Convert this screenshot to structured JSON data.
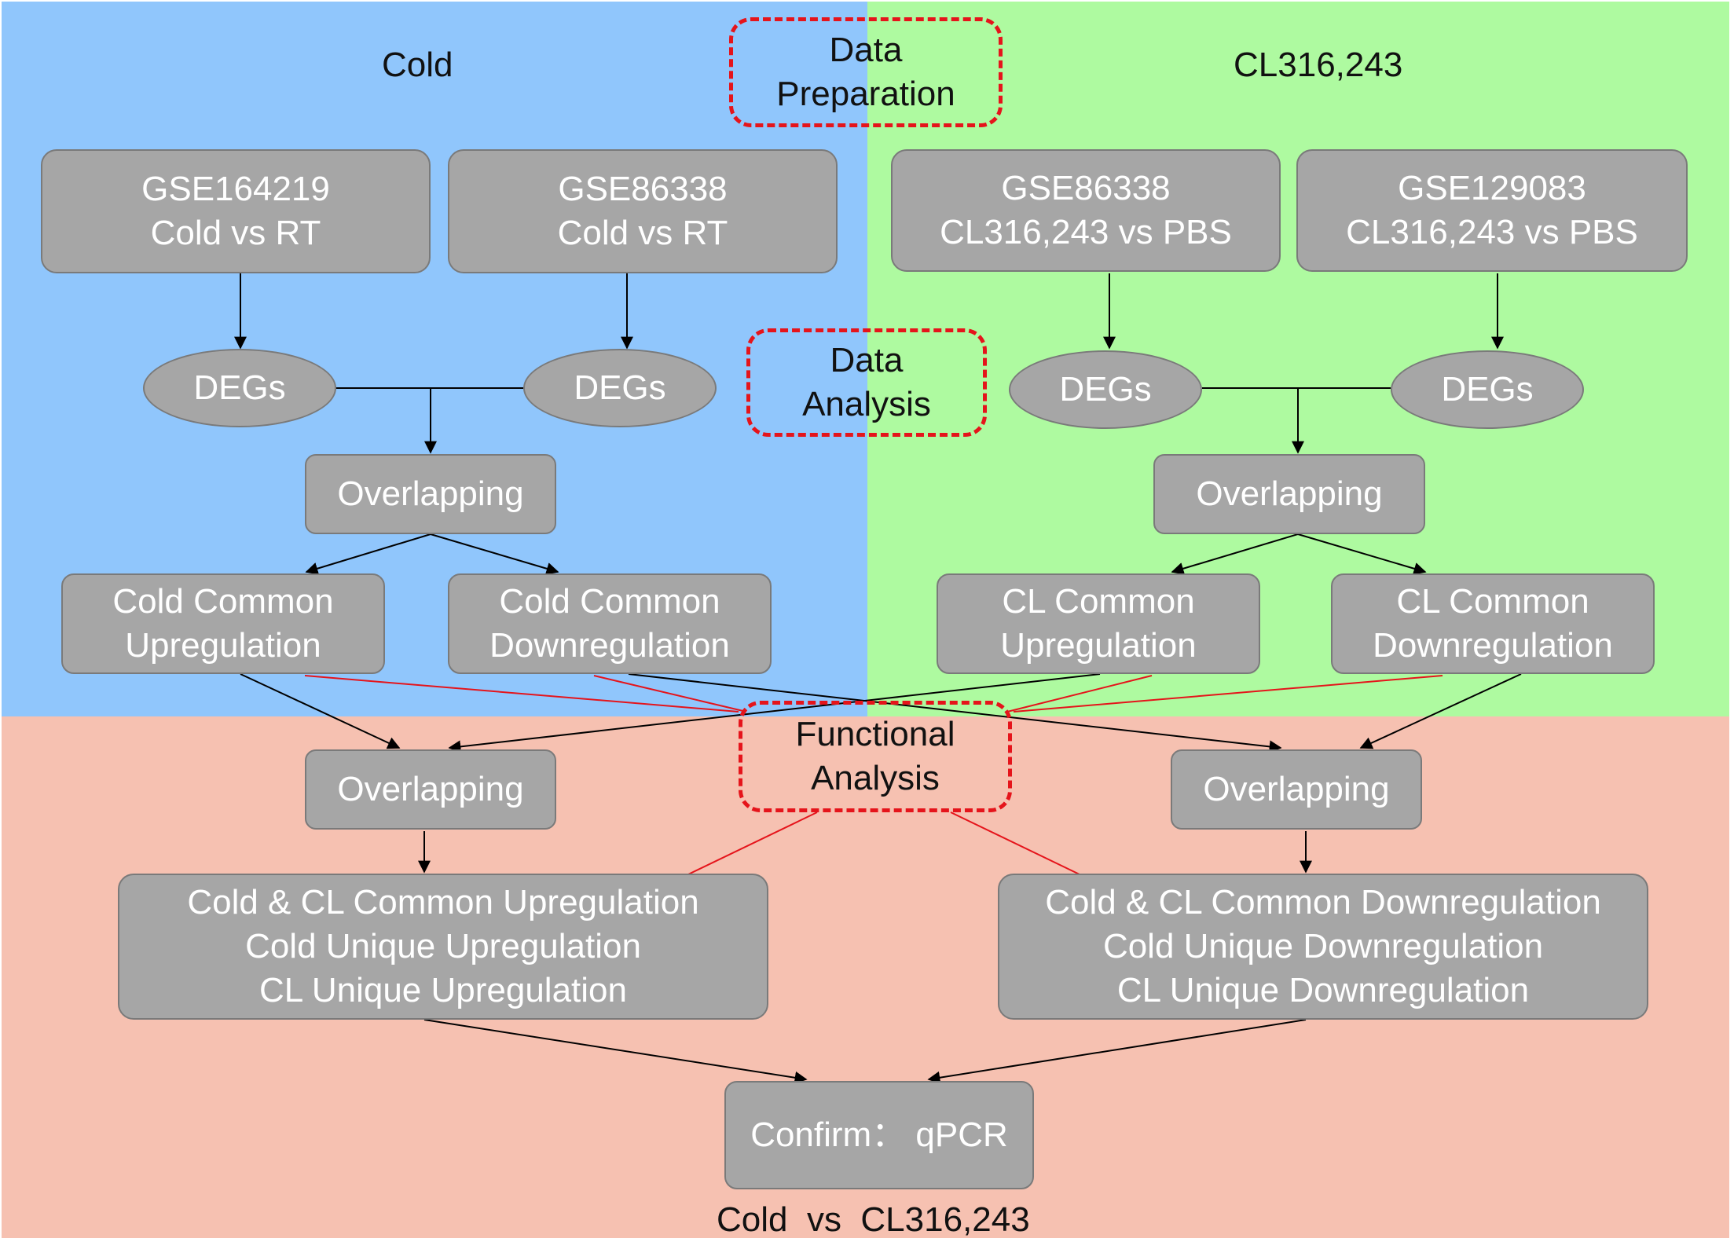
{
  "colors": {
    "cold_panel": "#90c6fc",
    "cl_panel": "#aefaa0",
    "functional_panel": "#f6c1b1",
    "box_fill": "#a6a6a6",
    "stage_border": "#e5141b",
    "connector": "#000000",
    "functional_connector": "#e5141b"
  },
  "headers": {
    "cold": "Cold",
    "cl": "CL316,243",
    "bottom": "Cold  vs  CL316,243"
  },
  "stages": {
    "preparation": [
      "Data",
      "Preparation"
    ],
    "analysis": [
      "Data",
      "Analysis"
    ],
    "functional": [
      "Functional",
      "Analysis"
    ]
  },
  "datasets": {
    "cold_gse164219": [
      "GSE164219",
      "Cold vs RT"
    ],
    "cold_gse86338": [
      "GSE86338",
      "Cold vs RT"
    ],
    "cl_gse86338": [
      "GSE86338",
      "CL316,243 vs PBS"
    ],
    "cl_gse129083": [
      "GSE129083",
      "CL316,243 vs PBS"
    ]
  },
  "degs": [
    "DEGs",
    "DEGs",
    "DEGs",
    "DEGs"
  ],
  "overlapping": {
    "cold": "Overlapping",
    "cl": "Overlapping",
    "up": "Overlapping",
    "down": "Overlapping"
  },
  "common": {
    "cold_up": [
      "Cold Common",
      "Upregulation"
    ],
    "cold_down": [
      "Cold Common",
      "Downregulation"
    ],
    "cl_up": [
      "CL Common",
      "Upregulation"
    ],
    "cl_down": [
      "CL Common",
      "Downregulation"
    ]
  },
  "results": {
    "up": [
      "Cold & CL Common Upregulation",
      "Cold Unique Upregulation",
      "CL Unique Upregulation"
    ],
    "down": [
      "Cold & CL Common Downregulation",
      "Cold Unique Downregulation",
      "CL Unique Downregulation"
    ]
  },
  "confirm": "Confirm： qPCR"
}
